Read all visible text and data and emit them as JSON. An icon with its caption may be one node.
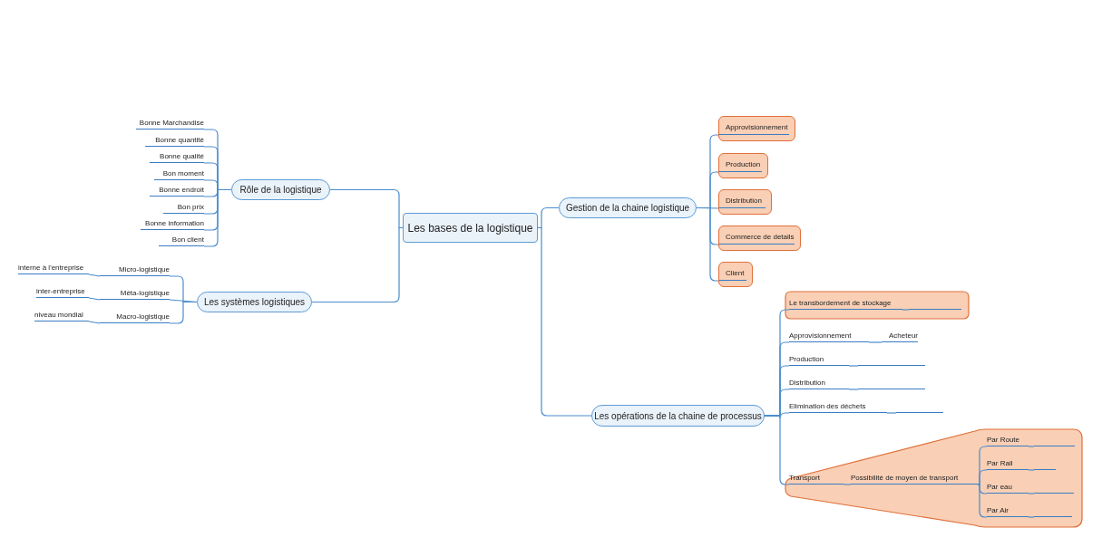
{
  "diagram": {
    "nodes": [
      {
        "text": [
          "Les bases de la logistique"
        ]
      },
      {
        "text": [
          "Rôle de la logistique"
        ]
      },
      {
        "text": [
          "Bonne Marchandise"
        ]
      },
      {
        "text": [
          "Bonne quantité"
        ]
      },
      {
        "text": [
          "Bonne qualité"
        ]
      },
      {
        "text": [
          "Bon moment"
        ]
      },
      {
        "text": [
          "Bonne endroit"
        ]
      },
      {
        "text": [
          "Bon prix"
        ]
      },
      {
        "text": [
          "Bonne information"
        ]
      },
      {
        "text": [
          "Bon client"
        ]
      },
      {
        "text": [
          "Les systèmes logistiques"
        ]
      },
      {
        "text": [
          "Micro-logistique"
        ]
      },
      {
        "text": [
          "interne à l'entreprise"
        ]
      },
      {
        "text": [
          "Méta-logistique"
        ]
      },
      {
        "text": [
          "inter-entreprise"
        ]
      },
      {
        "text": [
          "Macro-logistique"
        ]
      },
      {
        "text": [
          "niveau mondial"
        ]
      },
      {
        "text": [
          "Gestion de la chaine logistique"
        ]
      },
      {
        "text": [
          "Approvisionnement"
        ]
      },
      {
        "text": [
          "Production"
        ]
      },
      {
        "text": [
          "Distribution"
        ]
      },
      {
        "text": [
          "Commerce de details"
        ]
      },
      {
        "text": [
          "Client"
        ]
      },
      {
        "text": [
          "Les opérations de la chaine de processus"
        ]
      },
      {
        "text": [
          "Le transbordement de stockage"
        ]
      },
      {
        "text": [],
        "shape": "line"
      },
      {
        "text": [
          "Approvisionnement"
        ]
      },
      {
        "text": [
          "Acheteur"
        ]
      },
      {
        "text": [
          "Production"
        ]
      },
      {
        "text": [],
        "shape": "line"
      },
      {
        "text": [
          "Distribution"
        ]
      },
      {
        "text": [],
        "shape": "line"
      },
      {
        "text": [
          "Elimination des déchets"
        ]
      },
      {
        "text": [],
        "shape": "line"
      },
      {
        "text": [
          "Transport"
        ]
      },
      {
        "text": [
          "Possibilité de moyen de transport"
        ]
      },
      {
        "text": [
          "Par Route"
        ]
      },
      {
        "text": [],
        "shape": "line"
      },
      {
        "text": [
          "Par Rail"
        ]
      },
      {
        "text": [],
        "shape": "line"
      },
      {
        "text": [
          "Par eau"
        ]
      },
      {
        "text": [],
        "shape": "line"
      },
      {
        "text": [
          "Par Air"
        ]
      },
      {
        "text": [],
        "shape": "line"
      }
    ],
    "edges": [
      {
        "from": 0,
        "to": 1,
        "arrow": "none"
      },
      {
        "from": 1,
        "to": 2,
        "arrow": "none"
      },
      {
        "from": 1,
        "to": 3,
        "arrow": "none"
      },
      {
        "from": 1,
        "to": 4,
        "arrow": "none"
      },
      {
        "from": 1,
        "to": 5,
        "arrow": "none"
      },
      {
        "from": 1,
        "to": 6,
        "arrow": "none"
      },
      {
        "from": 1,
        "to": 7,
        "arrow": "none"
      },
      {
        "from": 1,
        "to": 8,
        "arrow": "none"
      },
      {
        "from": 1,
        "to": 9,
        "arrow": "none"
      },
      {
        "from": 0,
        "to": 10,
        "arrow": "none"
      },
      {
        "from": 10,
        "to": 11,
        "arrow": "none"
      },
      {
        "from": 11,
        "to": 12,
        "arrow": "none"
      },
      {
        "from": 10,
        "to": 13,
        "arrow": "none"
      },
      {
        "from": 13,
        "to": 14,
        "arrow": "none"
      },
      {
        "from": 10,
        "to": 15,
        "arrow": "none"
      },
      {
        "from": 15,
        "to": 16,
        "arrow": "none"
      },
      {
        "from": 0,
        "to": 17,
        "arrow": "none"
      },
      {
        "from": 17,
        "to": 18,
        "arrow": "none"
      },
      {
        "from": 17,
        "to": 19,
        "arrow": "none"
      },
      {
        "from": 17,
        "to": 20,
        "arrow": "none"
      },
      {
        "from": 17,
        "to": 21,
        "arrow": "none"
      },
      {
        "from": 17,
        "to": 22,
        "arrow": "none"
      },
      {
        "from": 0,
        "to": 23,
        "arrow": "none"
      },
      {
        "from": 23,
        "to": 24,
        "arrow": "none"
      },
      {
        "from": 24,
        "to": 25,
        "arrow": "none"
      },
      {
        "from": 23,
        "to": 26,
        "arrow": "none"
      },
      {
        "from": 26,
        "to": 27,
        "arrow": "none"
      },
      {
        "from": 23,
        "to": 28,
        "arrow": "none"
      },
      {
        "from": 28,
        "to": 29,
        "arrow": "none"
      },
      {
        "from": 23,
        "to": 30,
        "arrow": "none"
      },
      {
        "from": 30,
        "to": 31,
        "arrow": "none"
      },
      {
        "from": 23,
        "to": 32,
        "arrow": "none"
      },
      {
        "from": 32,
        "to": 33,
        "arrow": "none"
      },
      {
        "from": 23,
        "to": 34,
        "arrow": "none"
      },
      {
        "from": 34,
        "to": 35,
        "arrow": "none"
      },
      {
        "from": 35,
        "to": 36,
        "arrow": "none"
      },
      {
        "from": 36,
        "to": 37,
        "arrow": "none"
      },
      {
        "from": 35,
        "to": 38,
        "arrow": "none"
      },
      {
        "from": 38,
        "to": 39,
        "arrow": "none"
      },
      {
        "from": 35,
        "to": 40,
        "arrow": "none"
      },
      {
        "from": 40,
        "to": 41,
        "arrow": "none"
      },
      {
        "from": 35,
        "to": 42,
        "arrow": "none"
      },
      {
        "from": 42,
        "to": 43,
        "arrow": "none"
      }
    ]
  }
}
